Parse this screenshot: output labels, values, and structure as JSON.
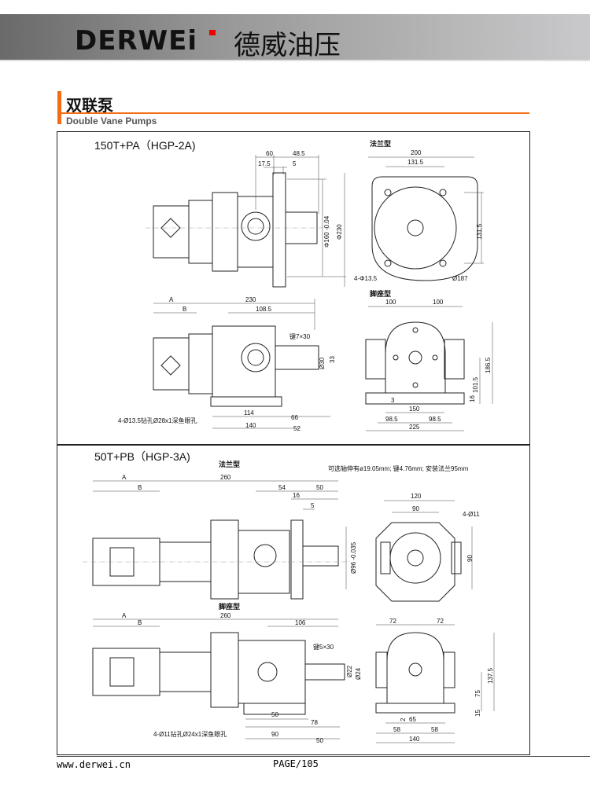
{
  "header": {
    "logo": "DERWEi",
    "brand_cn": "德威油压"
  },
  "section": {
    "title": "双联泵",
    "subtitle": "Double Vane Pumps"
  },
  "model1": {
    "title": "150T+PA（HGP-2A)",
    "flange_label": "法兰型",
    "foot_label": "脚座型",
    "flange_side": [
      "60",
      "48.5",
      "17.5",
      "5",
      "Φ160 -0.04",
      "Φ230"
    ],
    "flange_front": [
      "200",
      "131.5",
      "131.5",
      "4-Φ13.5",
      "Ø187"
    ],
    "foot_side": [
      "A",
      "B",
      "230",
      "108.5",
      "键7×30",
      "Ø30",
      "33",
      "4-Ø13.5钻孔Ø28x1深鱼眼孔",
      "114",
      "66",
      "140",
      "52"
    ],
    "foot_front": [
      "100",
      "100",
      "186.5",
      "101.5",
      "3",
      "16",
      "150",
      "98.5",
      "98.5",
      "225"
    ]
  },
  "model2": {
    "title": "50T+PB（HGP-3A)",
    "flange_label": "法兰型",
    "foot_label": "脚座型",
    "note": "可选轴伸有ø19.05mm; 键4.76mm; 安装法兰95mm",
    "flange_side": [
      "A",
      "B",
      "260",
      "54",
      "50",
      "16",
      "5",
      "Ø96 -0.035"
    ],
    "flange_front": [
      "120",
      "90",
      "4-Ø11",
      "90"
    ],
    "foot_side": [
      "A",
      "B",
      "260",
      "106",
      "键5×30",
      "Ø22",
      "Ø24",
      "4-Ø11钻孔Ø24x1深鱼眼孔",
      "50",
      "78",
      "90",
      "50"
    ],
    "foot_front": [
      "72",
      "72",
      "137.5",
      "75",
      "15",
      "2",
      "65",
      "58",
      "58",
      "140"
    ]
  },
  "footer": {
    "website": "www.derwei.cn",
    "page": "PAGE/105"
  }
}
